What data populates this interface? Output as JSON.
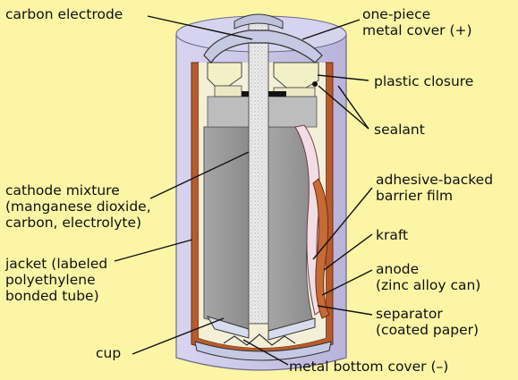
{
  "labels": {
    "carbon_electrode": "carbon electrode",
    "metal_cover": "one-piece\nmetal cover (+)",
    "plastic_closure": "plastic closure",
    "sealant": "sealant",
    "cathode_mixture": "cathode mixture\n(manganese dioxide,\ncarbon, electrolyte)",
    "barrier_film": "adhesive-backed\nbarrier film",
    "kraft": "kraft",
    "jacket": "jacket (labeled\npolyethylene\nbonded tube)",
    "anode": "anode\n(zinc alloy can)",
    "separator": "separator\n(coated paper)",
    "cup": "cup",
    "metal_bottom_cover": "metal bottom cover (–)"
  },
  "colors": {
    "background": "#fcf5a6",
    "jacket": "#cfcbe8",
    "metal": "#b9bcd9",
    "cathode": "#9a9a9a",
    "carbon_rod": "#e6e6e6",
    "zinc_can": "#b75b2c",
    "barrier": "#f2dde4",
    "plastic": "#f1f0c6",
    "sealant": "#111111"
  }
}
